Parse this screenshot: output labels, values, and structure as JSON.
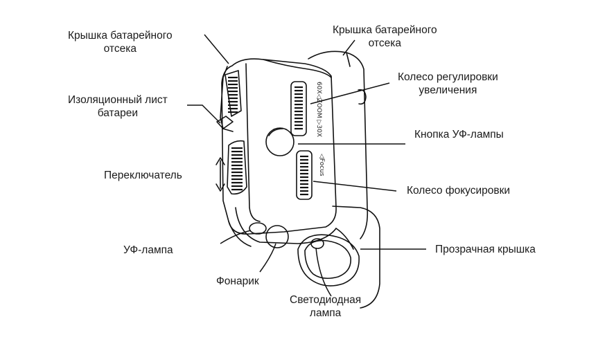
{
  "labels": {
    "battery_cover_left": "Крышка батарейного\nотсека",
    "battery_cover_right": "Крышка батарейного\nотсека",
    "battery_sheet": "Изоляционный лист\nбатареи",
    "switch": "Переключатель",
    "uv_lamp": "УФ-лампа",
    "flashlight": "Фонарик",
    "led_lamp": "Светодиодная\nлампа",
    "zoom_wheel": "Колесо регулировки\nувеличения",
    "uv_button": "Кнопка УФ-лампы",
    "focus_wheel": "Колесо фокусировки",
    "clear_cover": "Прозрачная крышка"
  },
  "device_marks": {
    "zoom": "60X◁ZOOM ▷30X",
    "focus": "◁Focus"
  },
  "colors": {
    "ink": "#1a1a1a",
    "line": "#111111"
  }
}
